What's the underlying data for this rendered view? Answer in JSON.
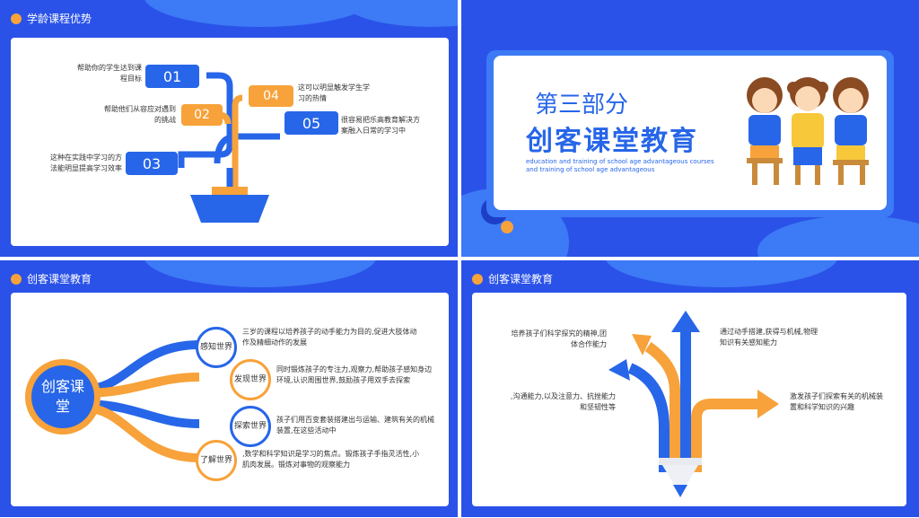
{
  "slide1": {
    "title": "学龄课程优势",
    "items": [
      {
        "num": "01",
        "text": "帮助你的学生达到课程目标"
      },
      {
        "num": "02",
        "text": "帮助他们从容应对遇到的挑战"
      },
      {
        "num": "03",
        "text": "这种在实践中学习的方法能明显提高学习效率"
      },
      {
        "num": "04",
        "text": "这可以明显触发学生学习的热情"
      },
      {
        "num": "05",
        "text": "很容易把乐高教育解决方案融入日常的学习中"
      }
    ]
  },
  "slide2": {
    "part": "第三部分",
    "title": "创客课堂教育",
    "subtitle_line1": "education and training of school age advantageous courses",
    "subtitle_line2": "and training of school age advantageous"
  },
  "slide3": {
    "title": "创客课堂教育",
    "center": "创客课堂",
    "nodes": [
      {
        "label": "感知世界",
        "text": "三岁的课程以培养孩子的动手能力为目的,促进大肢体动作及精细动作的发展"
      },
      {
        "label": "发现世界",
        "text": "同时锻炼孩子的专注力,观察力,帮助孩子感知身边环境,认识周围世界,鼓励孩子用双手去探索"
      },
      {
        "label": "探索世界",
        "text": "孩子们用百变套装搭建出与运输、建筑有关的机械装置,在这些活动中"
      },
      {
        "label": "了解世界",
        "text": ",数学和科学知识是学习的焦点。锻炼孩子手指灵活性,小肌肉发展。锻炼对事物的观察能力"
      }
    ]
  },
  "slide4": {
    "title": "创客课堂教育",
    "texts": [
      "培养孩子们科学探究的精神,团体合作能力",
      ",沟通能力,以及注意力、抗挫能力和坚韧性等",
      "通过动手搭建,获得与机械,物理知识有关感知能力",
      "激发孩子们探索有关的机械装置和科学知识的兴趣"
    ]
  },
  "colors": {
    "blue": "#2766e8",
    "orange": "#f7a23a",
    "bg": "#2a52e8"
  }
}
